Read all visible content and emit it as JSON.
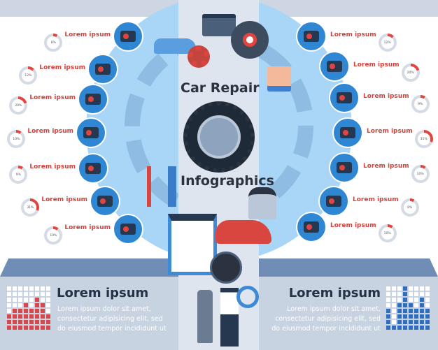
{
  "title": {
    "line1": "Car Repair",
    "line2": "Infographics"
  },
  "left_items": [
    {
      "label": "Lorem ipsum",
      "percent": 8,
      "percent_label": "8%",
      "icon": "car-key-icon"
    },
    {
      "label": "Lorem ipsum",
      "percent": 12,
      "percent_label": "12%",
      "icon": "steering-wheel-icon"
    },
    {
      "label": "Lorem ipsum",
      "percent": 20,
      "percent_label": "20%",
      "icon": "spark-plug-icon"
    },
    {
      "label": "Lorem ipsum",
      "percent": 10,
      "percent_label": "10%",
      "icon": "battery-icon"
    },
    {
      "label": "Lorem ipsum",
      "percent": 9,
      "percent_label": "9%",
      "icon": "brake-disc-icon"
    },
    {
      "label": "Lorem ipsum",
      "percent": 31,
      "percent_label": "31%",
      "icon": "tire-icon"
    },
    {
      "label": "Lorem ipsum",
      "percent": 10,
      "percent_label": "10%",
      "icon": "gear-shift-icon"
    }
  ],
  "right_items": [
    {
      "label": "Lorem ipsum",
      "percent": 12,
      "percent_label": "12%",
      "icon": "car-diagnostics-icon"
    },
    {
      "label": "Lorem ipsum",
      "percent": 20,
      "percent_label": "20%",
      "icon": "car-lift-icon"
    },
    {
      "label": "Lorem ipsum",
      "percent": 9,
      "percent_label": "9%",
      "icon": "car-wash-icon"
    },
    {
      "label": "Lorem ipsum",
      "percent": 31,
      "percent_label": "31%",
      "icon": "car-service-gear-icon"
    },
    {
      "label": "Lorem ipsum",
      "percent": 10,
      "percent_label": "10%",
      "icon": "motorcycle-icon"
    },
    {
      "label": "Lorem ipsum",
      "percent": 8,
      "percent_label": "8%",
      "icon": "screwdriver-pliers-icon"
    },
    {
      "label": "Lorem ipsum",
      "percent": 10,
      "percent_label": "10%",
      "icon": "mechanic-hand-wrench-icon"
    }
  ],
  "bottom_left": {
    "title": "Lorem ipsum",
    "lines": [
      "Lorem ipsum dolor sit amet,",
      "consectetur adipisicing elit, sed",
      "do eiusmod tempor incididunt ut"
    ],
    "bars": [
      3,
      4,
      4,
      5,
      4,
      6,
      5,
      3
    ],
    "color": "#d9464a"
  },
  "bottom_right": {
    "title": "Lorem ipsum",
    "lines": [
      "Lorem ipsum dolor sit amet,",
      "consectetur adipisicing elit, sed",
      "do eiusmod tempor incididunt ut"
    ],
    "bars": [
      4,
      1,
      5,
      8,
      5,
      4,
      6,
      4
    ],
    "color": "#2e6fc0"
  },
  "colors": {
    "accent_red": "#e0463f",
    "icon_blue": "#2f86d2",
    "circle_blue": "#a9d5f6",
    "dark": "#26384f"
  }
}
